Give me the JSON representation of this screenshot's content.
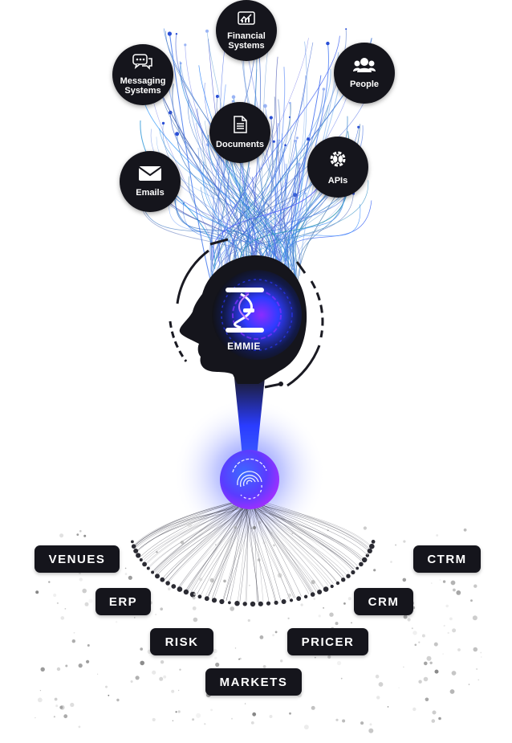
{
  "center": {
    "brand": "EMMIE"
  },
  "sources": [
    {
      "key": "financial",
      "label": "Financial\nSystems",
      "icon": "chart-icon"
    },
    {
      "key": "messaging",
      "label": "Messaging\nSystems",
      "icon": "chat-icon"
    },
    {
      "key": "people",
      "label": "People",
      "icon": "people-icon"
    },
    {
      "key": "documents",
      "label": "Documents",
      "icon": "document-icon"
    },
    {
      "key": "emails",
      "label": "Emails",
      "icon": "envelope-icon"
    },
    {
      "key": "apis",
      "label": "APIs",
      "icon": "gear-icon"
    }
  ],
  "outputs": [
    "VENUES",
    "CTRM",
    "ERP",
    "CRM",
    "RISK",
    "PRICER",
    "MARKETS"
  ],
  "colors": {
    "node": "#15151c",
    "accent_blue": "#3a5bff",
    "accent_purple": "#8a2be2",
    "line_blue": "#4a78e6"
  }
}
